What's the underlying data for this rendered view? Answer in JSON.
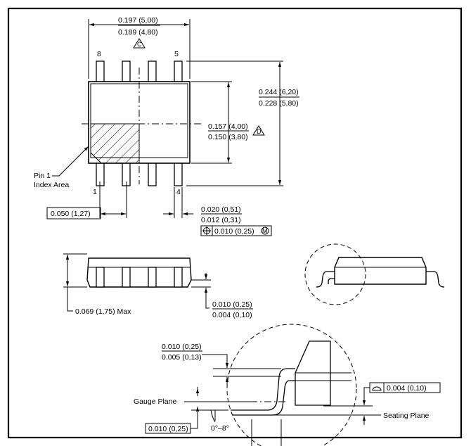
{
  "top_view": {
    "pin_8": "8",
    "pin_5": "5",
    "pin_1": "1",
    "pin_4": "4",
    "length_max": "0.197 (5,00)",
    "length_min": "0.189 (4,80)",
    "note_c": "C",
    "width_max": "0.244 (6,20)",
    "width_min": "0.228 (5,80)",
    "body_width_max": "0.157 (4,00)",
    "body_width_min": "0.150 (3,80)",
    "note_d": "D",
    "pin1_label_1": "Pin 1",
    "pin1_label_2": "Index Area",
    "pitch": "0.050 (1,27)",
    "lead_width_max": "0.020 (0,51)",
    "lead_width_min": "0.012 (0,31)",
    "position_tolerance": "0.010 (0,25)",
    "mmc_symbol": "M"
  },
  "side_view": {
    "max_height": "0.069 (1,75) Max",
    "standoff_max": "0.010 (0,25)",
    "standoff_min": "0.004 (0,10)"
  },
  "detail": {
    "thickness_max": "0.010 (0,25)",
    "thickness_min": "0.005 (0,13)",
    "gauge_plane": "Gauge Plane",
    "gauge_height": "0.010 (0,25)",
    "angle": "0°–8°",
    "seating_plane": "Seating Plane",
    "coplanarity": "0.004 (0,10)"
  }
}
